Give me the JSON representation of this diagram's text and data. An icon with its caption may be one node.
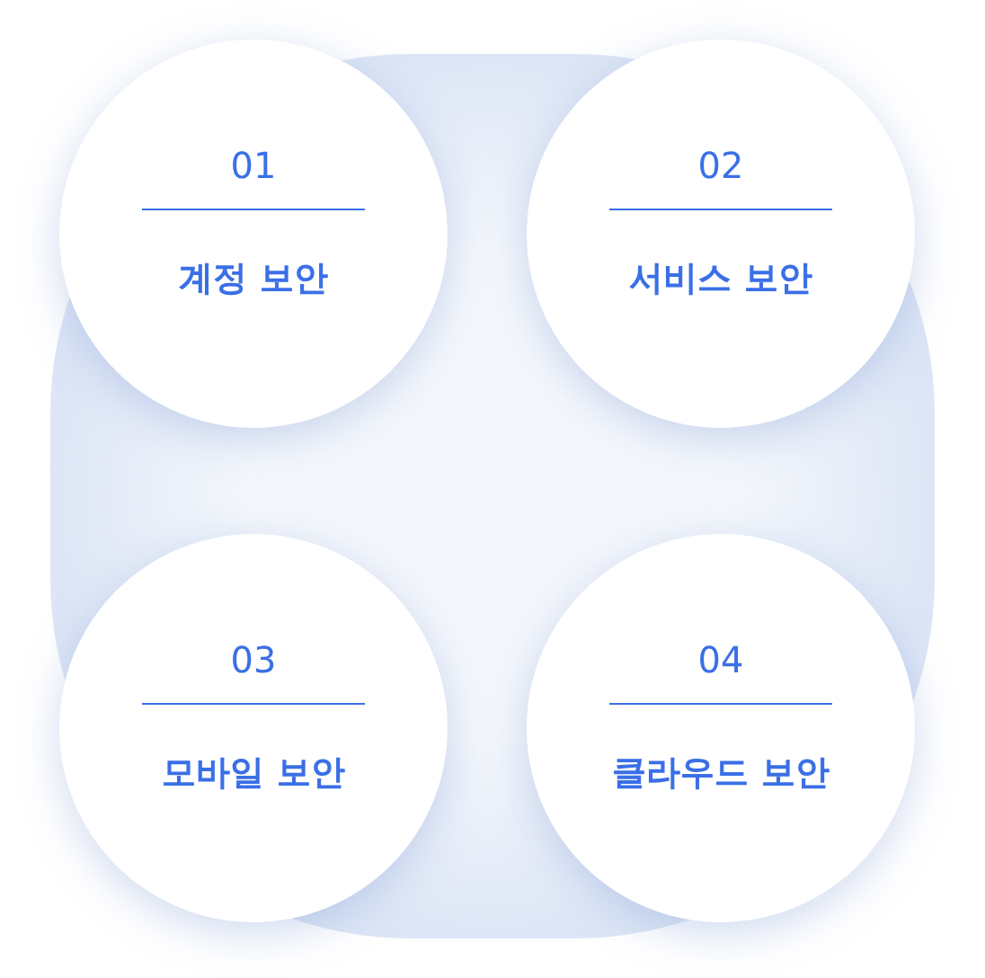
{
  "diagram": {
    "nodes": [
      {
        "text": [
          "01",
          "계정 보안"
        ]
      },
      {
        "text": [
          "02",
          "서비스 보안"
        ]
      },
      {
        "text": [
          "03",
          "모바일 보안"
        ]
      },
      {
        "text": [
          "04",
          "클라우드 보안"
        ]
      }
    ]
  }
}
